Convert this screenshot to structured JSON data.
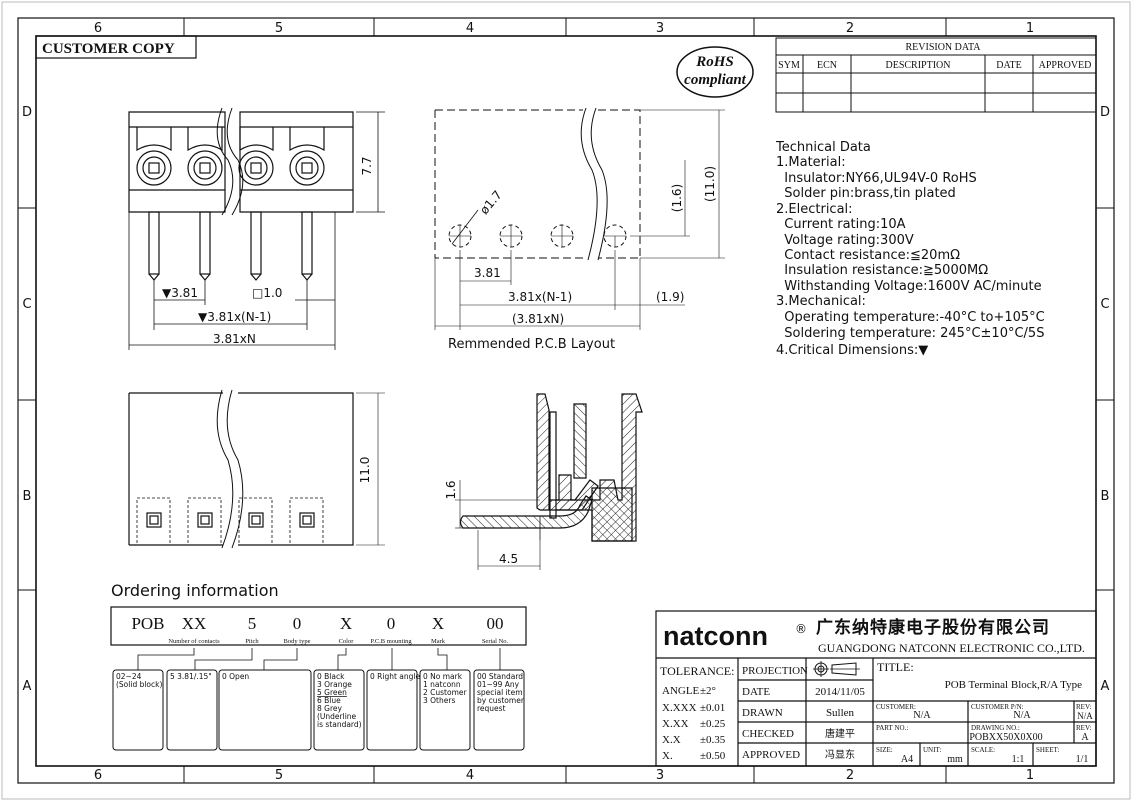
{
  "zones": {
    "cols_top": [
      "6",
      "5",
      "4",
      "3",
      "2",
      "1"
    ],
    "cols_bottom": [
      "6",
      "5",
      "4",
      "3",
      "2",
      "1"
    ],
    "rows_left": [
      "D",
      "C",
      "B",
      "A"
    ],
    "rows_right": [
      "D",
      "C",
      "B",
      "A"
    ]
  },
  "customer_copy": "CUSTOMER COPY",
  "rohs": {
    "line1": "RoHS",
    "line2": "compliant"
  },
  "revision": {
    "title": "REVISION DATA",
    "headers": [
      "SYM",
      "ECN",
      "DESCRIPTION",
      "DATE",
      "APPROVED"
    ]
  },
  "dims": {
    "pitch": "▼3.81",
    "pin_sq": "□1.0",
    "pitch_n1": "▼3.81x(N-1)",
    "total": "3.81xN",
    "height_77": "7.7",
    "hole_dia": "ø1.7",
    "pcb_pitch": "3.81",
    "pcb_n1": "3.81x(N-1)",
    "pcb_19": "(1.9)",
    "pcb_total": "(3.81xN)",
    "pcb_16": "(1.6)",
    "pcb_110": "(11.0)",
    "pcb_caption": "Remmended P.C.B Layout",
    "front_110": "11.0",
    "side_16": "1.6",
    "side_45": "4.5"
  },
  "tech": {
    "lines": [
      "Technical Data",
      "1.Material:",
      "  Insulator:NY66,UL94V-0 RoHS",
      "  Solder pin:brass,tin plated",
      "2.Electrical:",
      "  Current rating:10A",
      "  Voltage rating:300V",
      "  Contact resistance:≦20mΩ",
      "  Insulation resistance:≧5000MΩ",
      "  Withstanding Voltage:1600V AC/minute",
      "3.Mechanical:",
      "  Operating temperature:-40°C to+105°C",
      "  Soldering temperature: 245°C±10°C/5S",
      "4.Critical Dimensions:▼"
    ]
  },
  "ordering": {
    "title": "Ordering information",
    "codes": [
      "POB",
      "XX",
      "5",
      "0",
      "X",
      "0",
      "X",
      "00"
    ],
    "labels": [
      "Number of contacts",
      "Pitch",
      "Body type",
      "Color",
      "P.C.B mounting",
      "Mark",
      "Serial No."
    ],
    "boxes": [
      "02~24\n(Solid block)",
      "5  3.81/.15\"",
      "0  Open",
      "0  Black\n3  Orange\n5  Green\n6  Blue\n8  Grey\n(Underline\nis standard)",
      "0  Right angle",
      "0  No mark\n1  natconn\n2  Customer\n3  Others",
      "00 Standard\n01~99 Any\nspecial item\nby customer\nrequest"
    ]
  },
  "title_block": {
    "brand": "natconn",
    "reg": "®",
    "company_cn": "广东纳特康电子股份有限公司",
    "company_en": "GUANGDONG NATCONN ELECTRONIC CO.,LTD.",
    "tolerance": "TOLERANCE:",
    "tol_rows": [
      [
        "ANGLE",
        "±2°"
      ],
      [
        "X.XXX",
        "±0.01"
      ],
      [
        "X.XX",
        "±0.25"
      ],
      [
        "X.X",
        "±0.35"
      ],
      [
        "X.",
        "±0.50"
      ]
    ],
    "rows": [
      [
        "PROJECTION",
        ""
      ],
      [
        "DATE",
        "2014/11/05"
      ],
      [
        "DRAWN",
        "Sullen"
      ],
      [
        "CHECKED",
        "唐建平"
      ],
      [
        "APPROVED",
        "冯显东"
      ]
    ],
    "title_label": "TITLE:",
    "title_value": "POB  Terminal Block,R/A Type",
    "customer": "CUSTOMER:",
    "customer_val": "N/A",
    "customer_pn": "CUSTOMER P/N:",
    "customer_pn_val": "N/A",
    "rev": "REV:",
    "rev_val1": "N/A",
    "part_no": "PART NO.:",
    "drawing_no": "DRAWING NO.:",
    "drawing_no_val": "POBXX50X0X00",
    "rev_val2": "A",
    "size": "SIZE:",
    "size_val": "A4",
    "unit": "UNIT:",
    "unit_val": "mm",
    "scale": "SCALE:",
    "scale_val": "1:1",
    "sheet": "SHEET:",
    "sheet_val": "1/1"
  }
}
